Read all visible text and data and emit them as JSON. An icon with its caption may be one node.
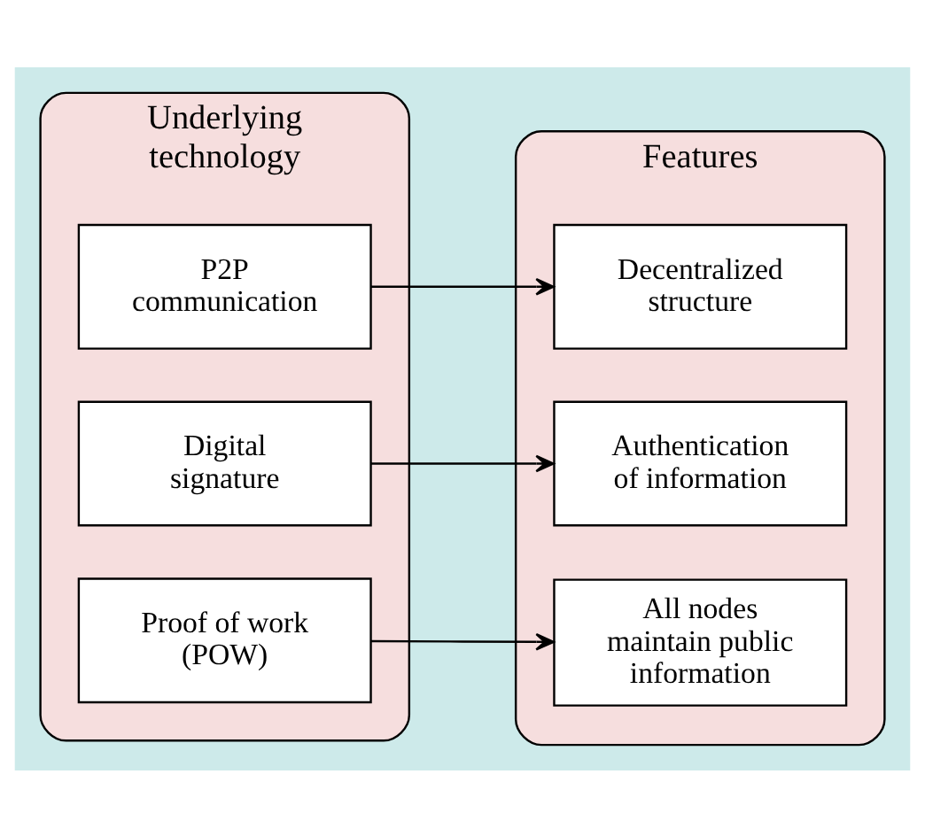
{
  "diagram": {
    "nodes": [
      {
        "text": [
          "Underlying technology"
        ]
      },
      {
        "text": [
          "P2P communication"
        ],
        "in": 0
      },
      {
        "text": [
          "Digital signature"
        ],
        "in": 0
      },
      {
        "text": [
          "Proof of work (POW)"
        ],
        "in": 0
      },
      {
        "text": [
          "Features"
        ]
      },
      {
        "text": [
          "Decentralized structure"
        ],
        "in": 4
      },
      {
        "text": [
          "Authentication of information"
        ],
        "in": 4
      },
      {
        "text": [
          "All nodes maintain public information"
        ],
        "in": 4
      }
    ],
    "edges": [
      {
        "from": 1,
        "to": 5,
        "arrow": "to"
      },
      {
        "from": 2,
        "to": 6,
        "arrow": "to"
      },
      {
        "from": 3,
        "to": 7,
        "arrow": "to"
      }
    ]
  }
}
